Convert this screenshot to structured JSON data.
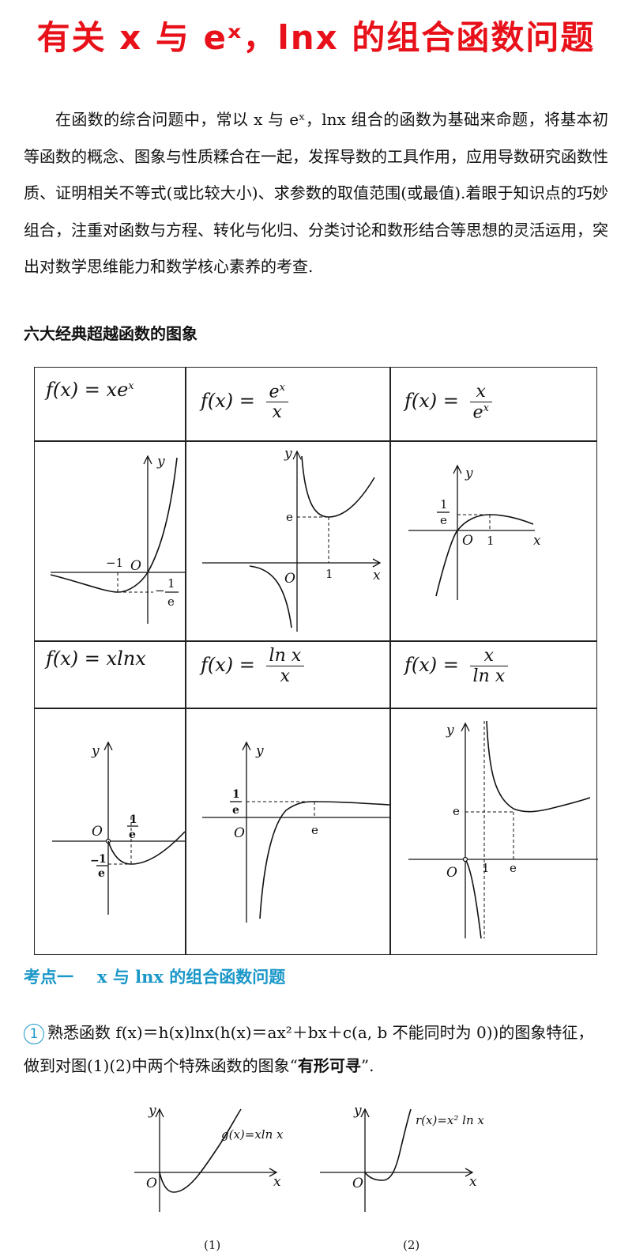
{
  "title": "有关 x 与 eˣ，lnx 的组合函数问题",
  "intro": "在函数的综合问题中，常以 x 与 eˣ，lnx 组合的函数为基础来命题，将基本初等函数的概念、图象与性质糅合在一起，发挥导数的工具作用，应用导数研究函数性质、证明相关不等式(或比较大小)、求参数的取值范围(或最值).着眼于知识点的巧妙组合，注重对函数与方程、转化与化归、分类讨论和数形结合等思想的灵活运用，突出对数学思维能力和数学核心素养的考查.",
  "section_heading": "六大经典超越函数的图象",
  "table": {
    "cells": [
      {
        "lhs": "f(x) =",
        "num": "xe",
        "num_sup": "x",
        "den": "",
        "den_sup": ""
      },
      {
        "lhs": "f(x) =",
        "num": "e",
        "num_sup": "x",
        "den": "x",
        "den_sup": ""
      },
      {
        "lhs": "f(x) =",
        "num": "x",
        "num_sup": "",
        "den": "e",
        "den_sup": "x"
      },
      {
        "lhs": "f(x) =",
        "num": "xlnx",
        "num_sup": "",
        "den": "",
        "den_sup": ""
      },
      {
        "lhs": "f(x) =",
        "num": "ln x",
        "num_sup": "",
        "den": "x",
        "den_sup": ""
      },
      {
        "lhs": "f(x) =",
        "num": "x",
        "num_sup": "",
        "den": "ln x",
        "den_sup": ""
      }
    ],
    "labels": {
      "origin": "O",
      "x": "x",
      "y": "y",
      "e": "e",
      "one": "1",
      "neg_one": "−1",
      "frac_num": "1",
      "frac_den": "e",
      "minus": "−"
    }
  },
  "kaodian": {
    "label": "考点一",
    "title": "x 与 lnx 的组合函数问题"
  },
  "point1": {
    "number": "1",
    "text_a": "熟悉函数 f(x)＝h(x)lnx(h(x)＝ax²＋bx＋c(a, b 不能同时为 0))的图象特征，做到对图(1)(2)中两个特殊函数的图象“",
    "bold": "有形可寻",
    "text_b": "”."
  },
  "figures": [
    {
      "caption": "(1)",
      "label": "g(x)=xln x"
    },
    {
      "caption": "(2)",
      "label": "r(x)=x² ln x"
    }
  ]
}
